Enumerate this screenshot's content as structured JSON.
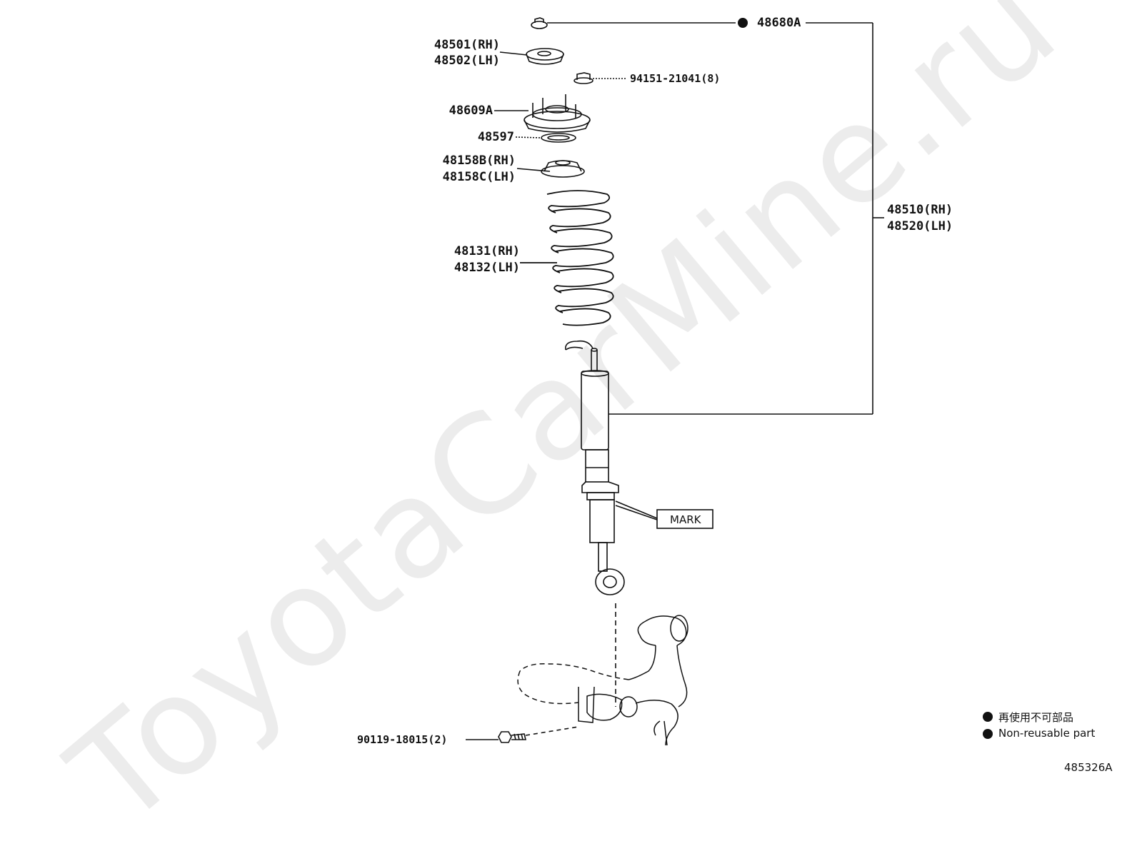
{
  "watermark": "ToyotaCarMine.ru",
  "parts": {
    "nut_48680A": "48680A",
    "support_rh": "48501(RH)",
    "support_lh": "48502(LH)",
    "nut_94151": "94151-21041(8)",
    "support_48609A": "48609A",
    "washer_48597": "48597",
    "insulator_rh": "48158B(RH)",
    "insulator_lh": "48158C(LH)",
    "spring_rh": "48131(RH)",
    "spring_lh": "48132(LH)",
    "absorber_rh": "48510(RH)",
    "absorber_lh": "48520(LH)",
    "bolt_90119": "90119-18015(2)"
  },
  "mark_label": "MARK",
  "legend": {
    "line1": "再使用不可部品",
    "line2": "Non-reusable part"
  },
  "diagram_id": "485326A"
}
